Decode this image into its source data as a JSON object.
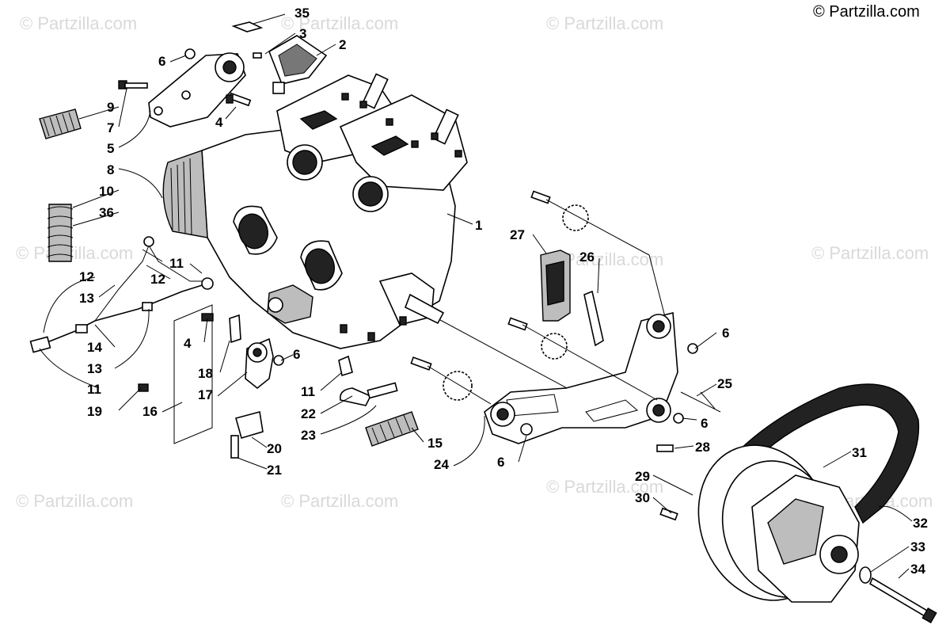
{
  "watermark": {
    "text": "© Partzilla.com",
    "copyright": "© Partzilla.com"
  },
  "callouts": {
    "c1": "1",
    "c2": "2",
    "c3": "3",
    "c4a": "4",
    "c4b": "4",
    "c5": "5",
    "c6a": "6",
    "c6b": "6",
    "c6c": "6",
    "c6d": "6",
    "c6e": "6",
    "c7": "7",
    "c8": "8",
    "c9": "9",
    "c10": "10",
    "c11a": "11",
    "c11b": "11",
    "c11c": "11",
    "c12a": "12",
    "c12b": "12",
    "c13a": "13",
    "c13b": "13",
    "c14": "14",
    "c15": "15",
    "c16": "16",
    "c17": "17",
    "c18": "18",
    "c19": "19",
    "c20": "20",
    "c21": "21",
    "c22": "22",
    "c23": "23",
    "c24": "24",
    "c25": "25",
    "c26": "26",
    "c27": "27",
    "c28": "28",
    "c29": "29",
    "c30": "30",
    "c31": "31",
    "c32": "32",
    "c33": "33",
    "c34": "34",
    "c35": "35",
    "c36": "36"
  }
}
